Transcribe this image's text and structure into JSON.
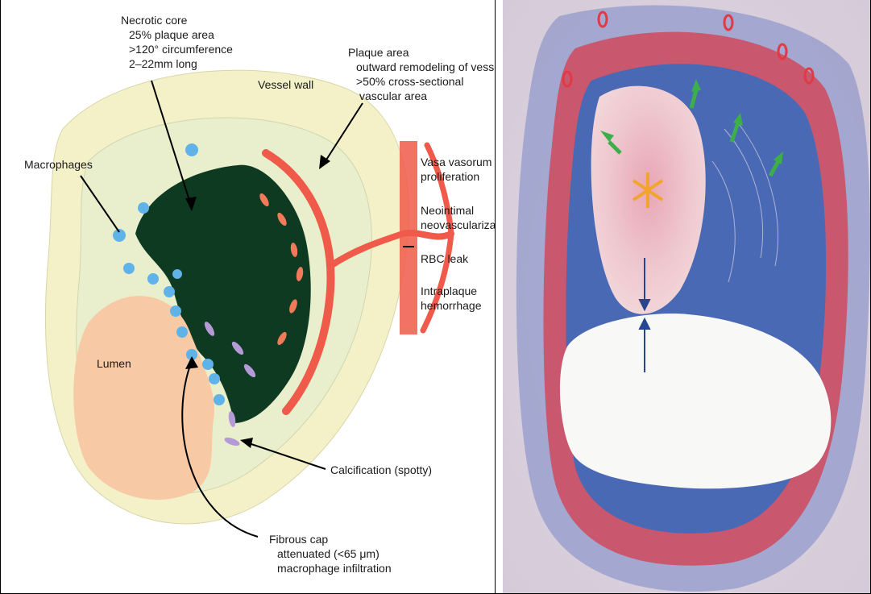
{
  "figure": {
    "left": {
      "necrotic_core": [
        "Necrotic core",
        "25% plaque area",
        ">120° circumference",
        "2–22mm long"
      ],
      "plaque_area": [
        "Plaque area",
        "outward remodeling of vessel",
        ">50% cross-sectional",
        "vascular area"
      ],
      "vessel_wall": "Vessel wall",
      "macrophages": "Macrophages",
      "vasa_vasorum": [
        "Vasa vasorum",
        "proliferation"
      ],
      "neointimal": [
        "Neointimal",
        "neovascularization"
      ],
      "rbc_leak": "RBC leak",
      "intraplaque": [
        "Intraplaque",
        "hemorrhage"
      ],
      "lumen": "Lumen",
      "calcification": "Calcification (spotty)",
      "fibrous_cap": [
        "Fibrous cap",
        "attenuated (<65 μm)",
        "macrophage infiltration"
      ]
    },
    "colors": {
      "outer_wall": "#f4f1c8",
      "inner_wall": "#e8eec8",
      "necrotic": "#0f3a22",
      "lumen": "#f7c9a4",
      "vessel_red": "#f05a4a",
      "macrophage": "#5fb3e8",
      "calcification": "#b59bd6",
      "stain_pink": "#c9576e",
      "stain_blue": "#3b5fae"
    }
  }
}
